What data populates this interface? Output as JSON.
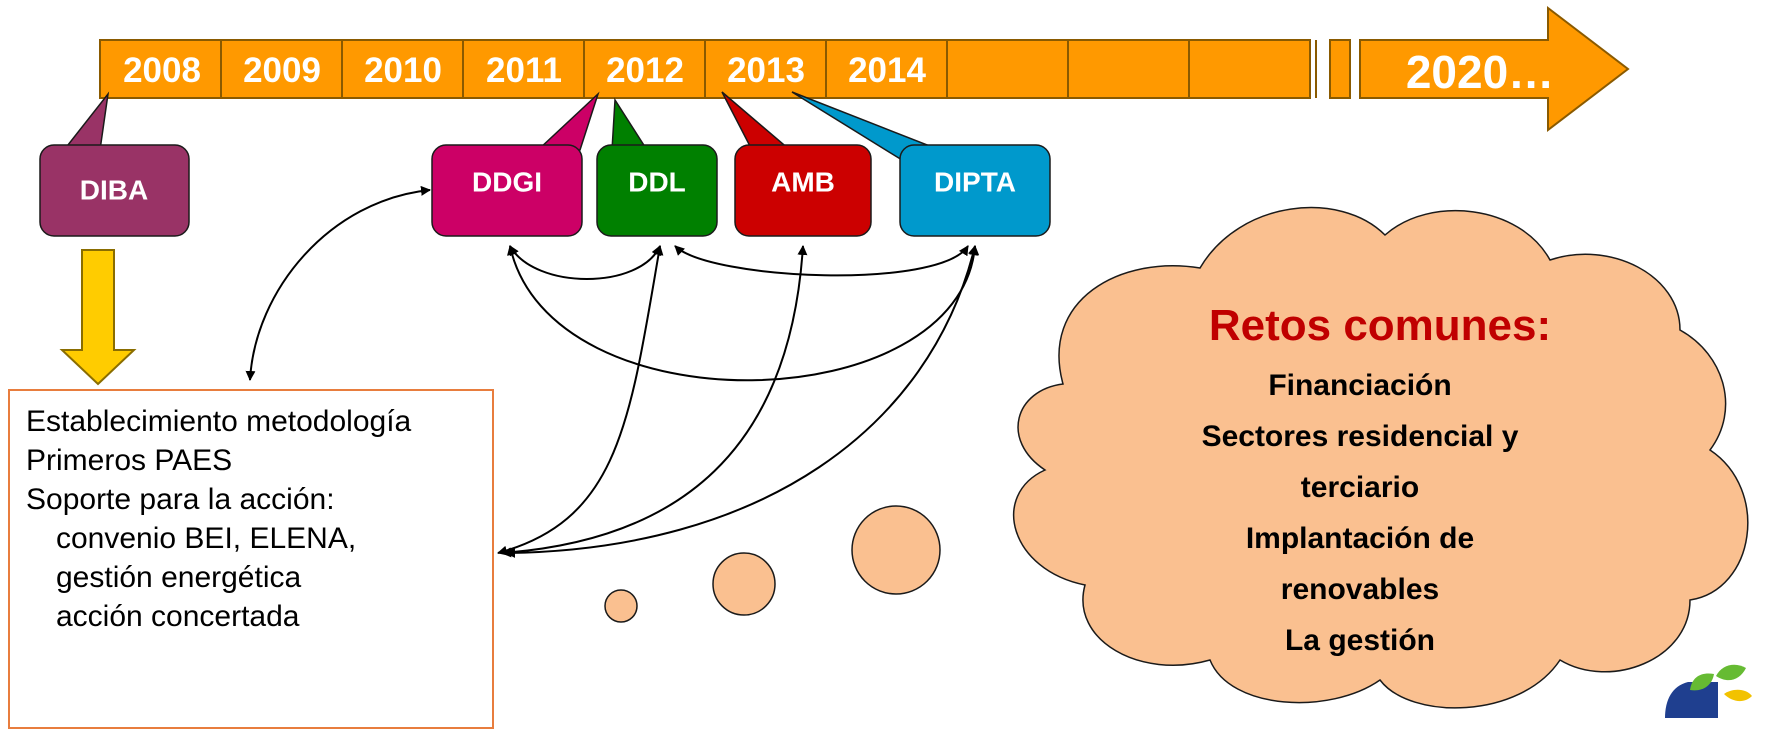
{
  "timeline": {
    "years": [
      "2008",
      "2009",
      "2010",
      "2011",
      "2012",
      "2013",
      "2014",
      "",
      "",
      ""
    ],
    "final_year": "2020…"
  },
  "organizations": [
    {
      "label": "DIBA",
      "color": "#993366"
    },
    {
      "label": "DDGI",
      "color": "#cc0066"
    },
    {
      "label": "DDL",
      "color": "#008000"
    },
    {
      "label": "AMB",
      "color": "#cc0000"
    },
    {
      "label": "DIPTA",
      "color": "#0099cc"
    }
  ],
  "info_box": {
    "lines": [
      "Establecimiento metodología",
      "Primeros PAES",
      "Soporte para la acción:",
      "convenio BEI, ELENA,",
      "gestión energética",
      "acción concertada"
    ]
  },
  "cloud": {
    "title": "Retos comunes:",
    "items": [
      "Financiación",
      "Sectores residencial y",
      "terciario",
      "Implantación de",
      "renovables",
      "La gestión"
    ]
  },
  "colors": {
    "timeline": "#ff9900",
    "timeline_border": "#8a5a00",
    "down_arrow": "#ffcc00",
    "cloud_fill": "#fac090",
    "cloud_title": "#c00000",
    "box_border": "#e87d3e"
  }
}
